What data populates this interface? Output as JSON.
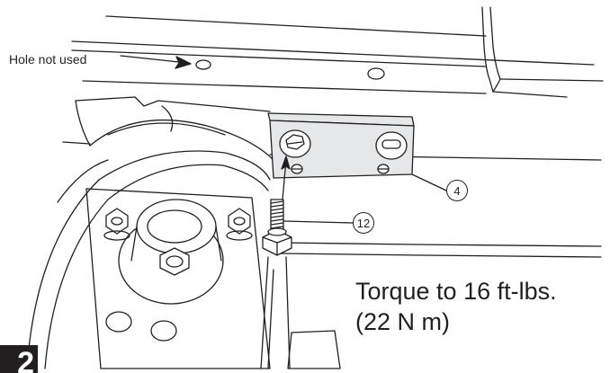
{
  "labels": {
    "hole_not_used": "Hole not used",
    "torque_line1": "Torque to 16 ft-lbs.",
    "torque_line2": "(22 N m)"
  },
  "callouts": {
    "bracket": "4",
    "bolt": "12"
  },
  "step_number": "2",
  "colors": {
    "ink": "#231f20",
    "plate_fill": "#e6e7e8",
    "background": "#ffffff"
  }
}
